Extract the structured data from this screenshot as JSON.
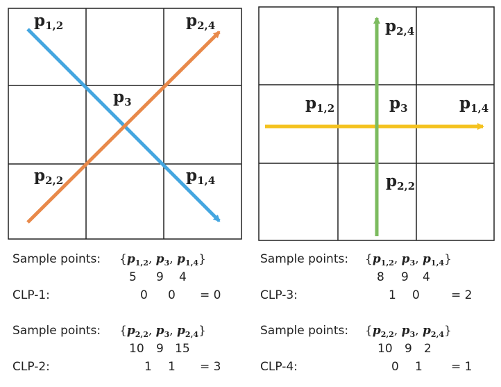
{
  "colors": {
    "blue": "#44a6e0",
    "orange": "#e8894a",
    "green": "#7cbb5f",
    "yellow": "#f4c21f",
    "grid": "#222222"
  },
  "left_grid": {
    "labels": {
      "p12": {
        "base": "p",
        "sub": "1,2"
      },
      "p24": {
        "base": "p",
        "sub": "2,4"
      },
      "p3": {
        "base": "p",
        "sub": "3"
      },
      "p22": {
        "base": "p",
        "sub": "2,2"
      },
      "p14": {
        "base": "p",
        "sub": "1,4"
      }
    }
  },
  "right_grid": {
    "labels": {
      "p24": {
        "base": "p",
        "sub": "2,4"
      },
      "p12": {
        "base": "p",
        "sub": "1,2"
      },
      "p3": {
        "base": "p",
        "sub": "3"
      },
      "p14": {
        "base": "p",
        "sub": "1,4"
      },
      "p22": {
        "base": "p",
        "sub": "2,2"
      }
    }
  },
  "blocks": [
    {
      "sample_label": "Sample points:",
      "set": {
        "open": "{",
        "p1": "1,2",
        "p2": "3",
        "p3": "1,4",
        "close": "}"
      },
      "values": [
        "5",
        "9",
        "4"
      ],
      "clp_label": "CLP-1:",
      "clp_values": [
        "0",
        "0"
      ],
      "result": "= 0"
    },
    {
      "sample_label": "Sample points:",
      "set": {
        "open": "{",
        "p1": "2,2",
        "p2": "3",
        "p3": "2,4",
        "close": "}"
      },
      "values": [
        "10",
        "9",
        "15"
      ],
      "clp_label": "CLP-2:",
      "clp_values": [
        "1",
        "1"
      ],
      "result": "= 3"
    },
    {
      "sample_label": "Sample points:",
      "set": {
        "open": "{",
        "p1": "1,2",
        "p2": "3",
        "p3": "1,4",
        "close": "}"
      },
      "values": [
        "8",
        "9",
        "4"
      ],
      "clp_label": "CLP-3:",
      "clp_values": [
        "1",
        "0"
      ],
      "result": "= 2"
    },
    {
      "sample_label": "Sample points:",
      "set": {
        "open": "{",
        "p1": "2,2",
        "p2": "3",
        "p3": "2,4",
        "close": "}"
      },
      "values": [
        "10",
        "9",
        "2"
      ],
      "clp_label": "CLP-4:",
      "clp_values": [
        "0",
        "1"
      ],
      "result": "= 1"
    }
  ]
}
